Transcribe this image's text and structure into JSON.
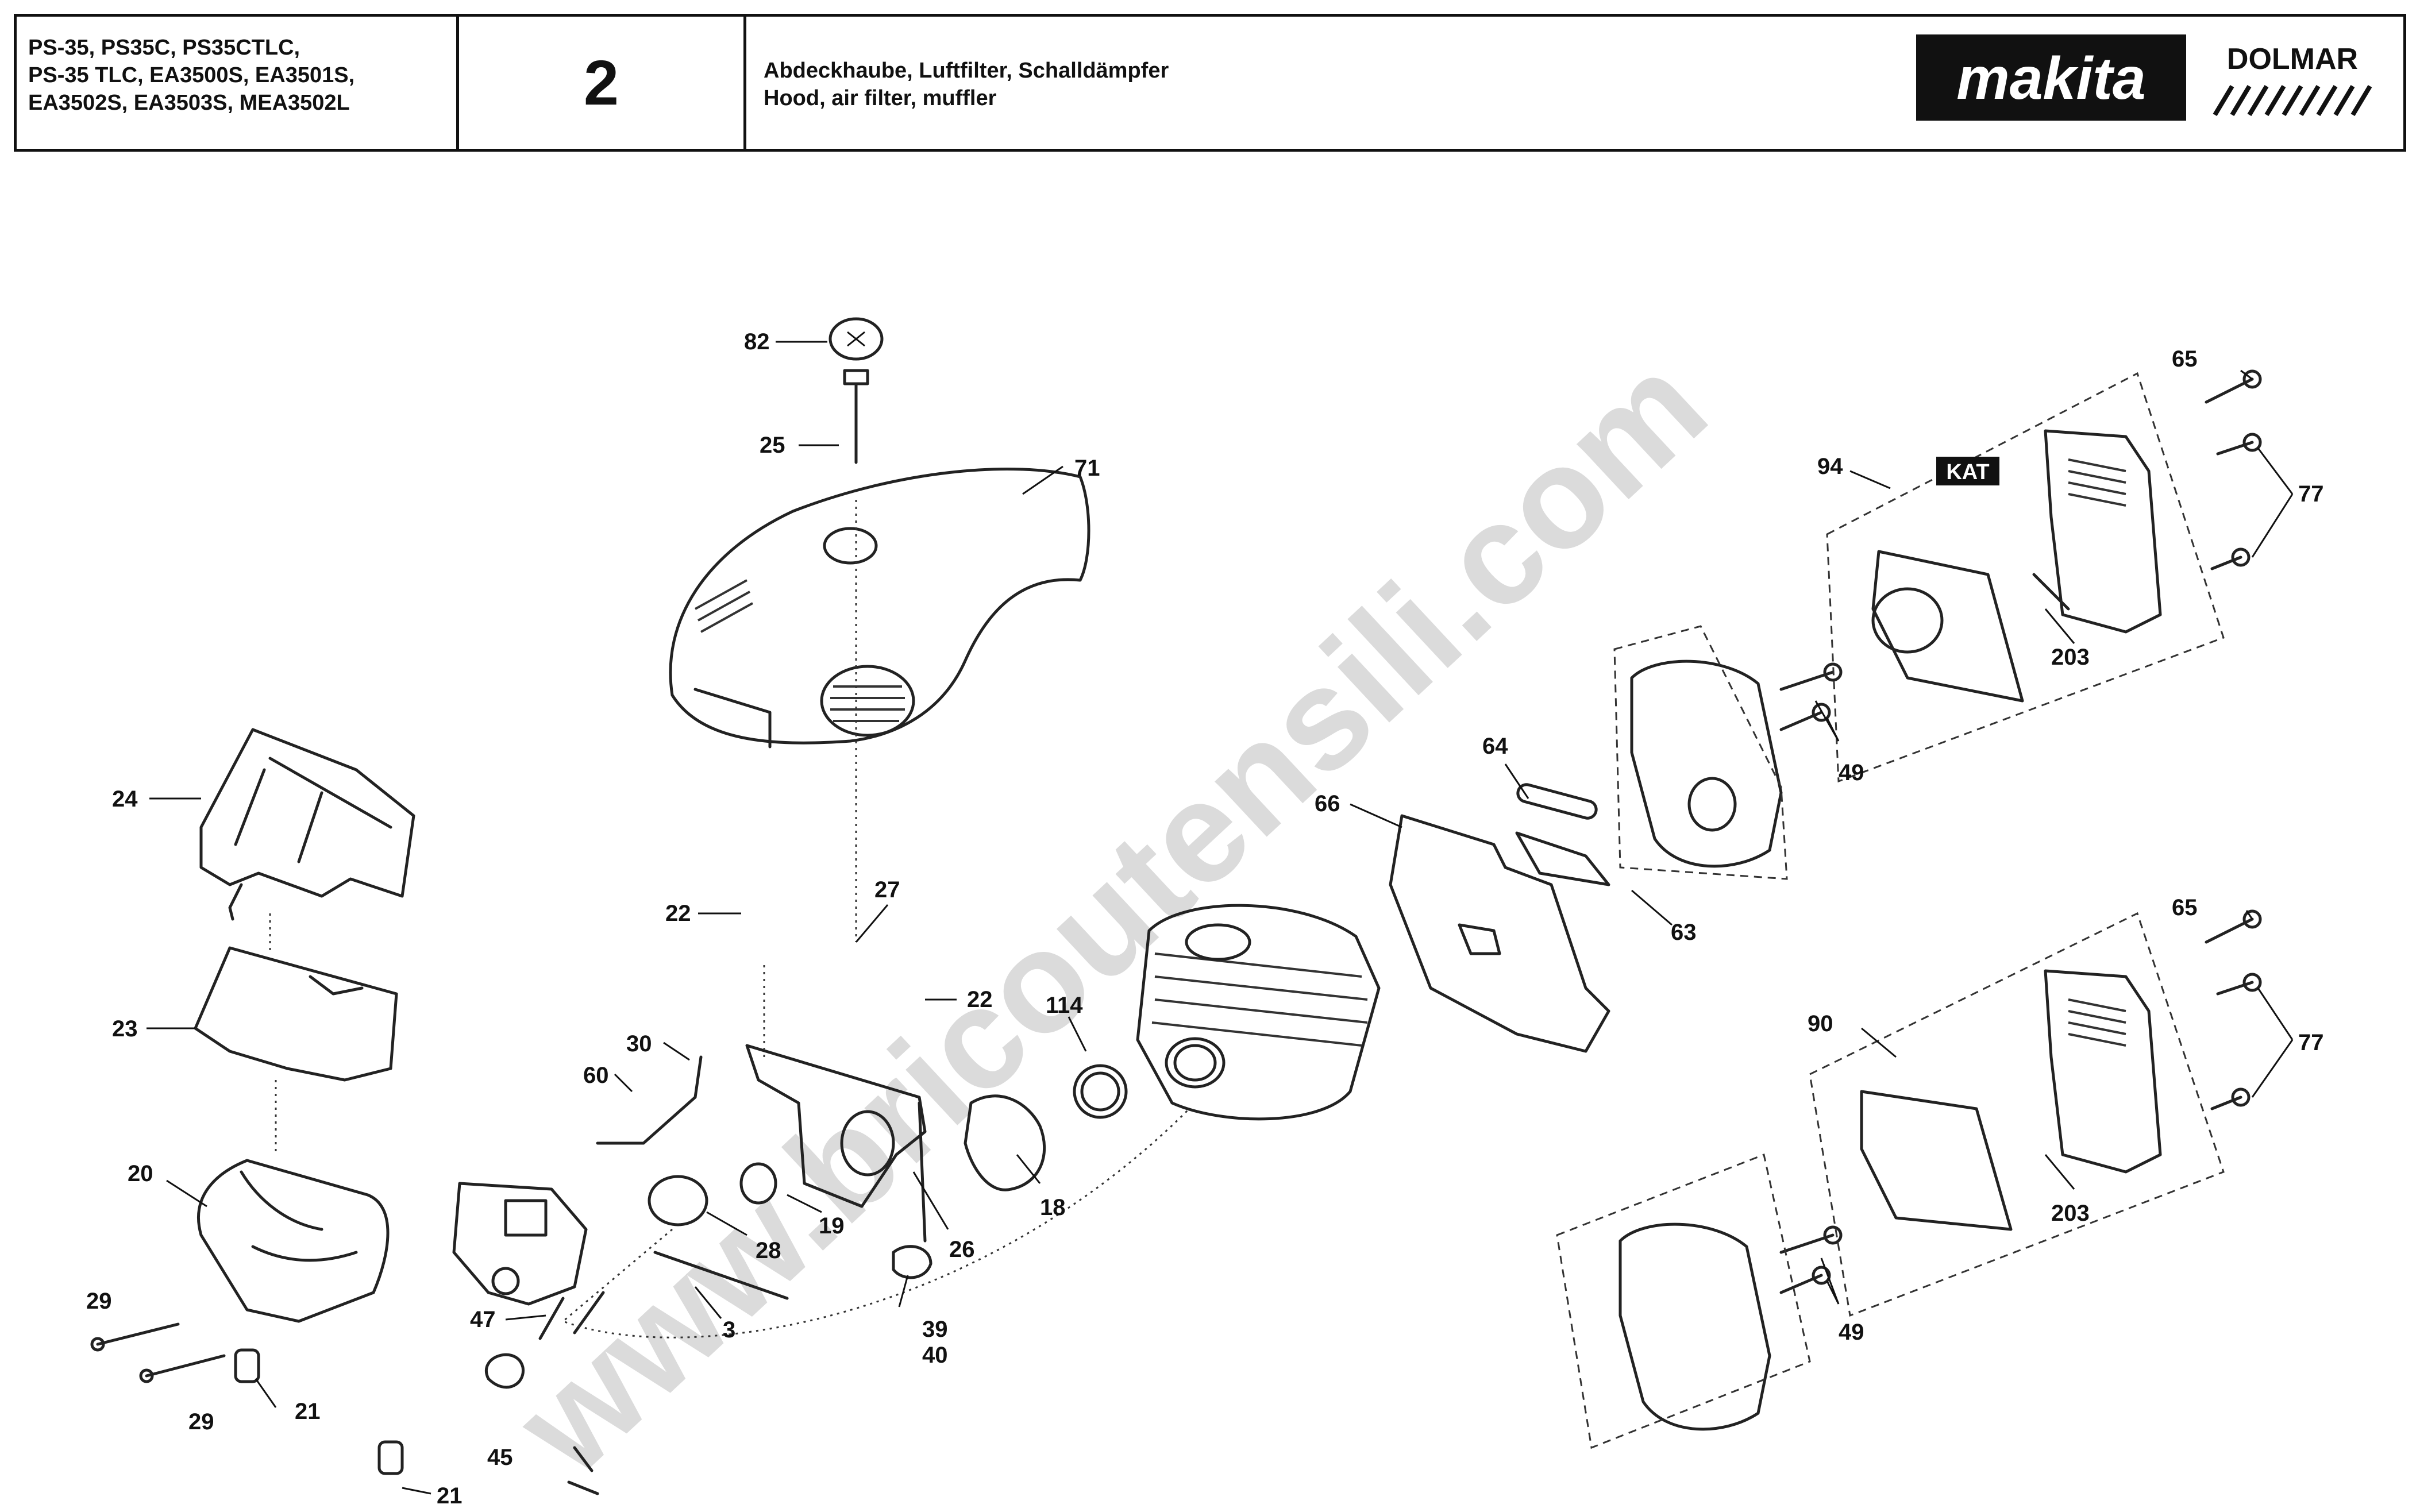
{
  "header": {
    "models": [
      "PS-35, PS35C, PS35CTLC,",
      "PS-35 TLC, EA3500S, EA3501S,",
      "EA3502S, EA3503S, MEA3502L"
    ],
    "page_number": "2",
    "title_de": "Abdeckhaube, Luftfilter, Schalldämpfer",
    "title_en": "Hood, air filter, muffler",
    "brand_primary": "makita",
    "brand_secondary": "DOLMAR"
  },
  "watermark": "www.bricoutensili.com",
  "badge": "KAT",
  "parts": {
    "p82": "82",
    "p25": "25",
    "p71": "71",
    "p24": "24",
    "p23": "23",
    "p22a": "22",
    "p27": "27",
    "p22b": "22",
    "p30": "30",
    "p60": "60",
    "p114": "114",
    "p20": "20",
    "p19": "19",
    "p18": "18",
    "p26": "26",
    "p28": "28",
    "p29a": "29",
    "p29b": "29",
    "p21a": "21",
    "p21b": "21",
    "p47": "47",
    "p3": "3",
    "p39": "39",
    "p40": "40",
    "p45": "45",
    "p64": "64",
    "p66": "66",
    "p63": "63",
    "p94": "94",
    "p65a": "65",
    "p77a": "77",
    "p203a": "203",
    "p49a": "49",
    "p90": "90",
    "p65b": "65",
    "p77b": "77",
    "p203b": "203",
    "p49b": "49"
  },
  "colors": {
    "line": "#111111",
    "watermark": "#cccccc",
    "background": "#ffffff"
  }
}
